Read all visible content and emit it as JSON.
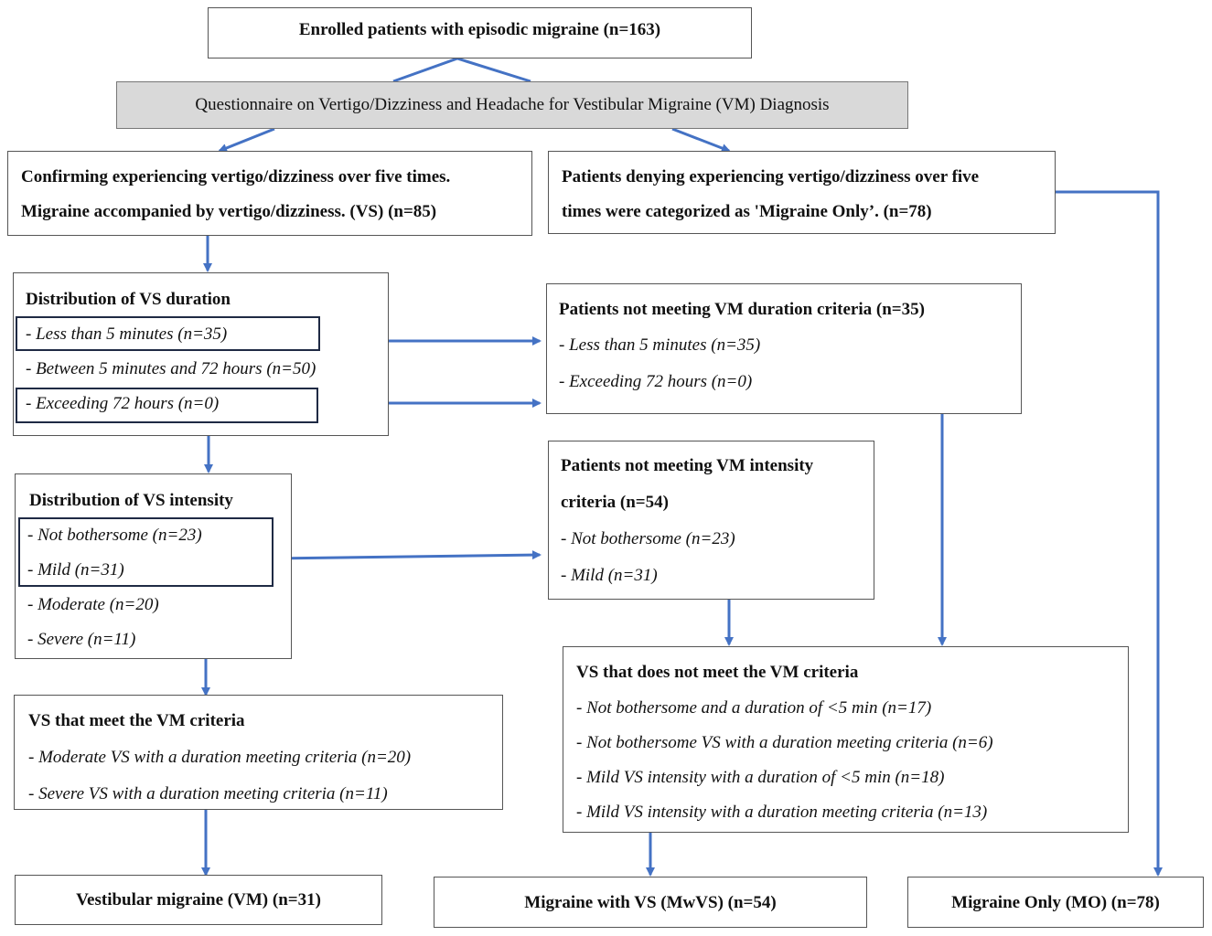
{
  "enrolled": "Enrolled patients with episodic migraine (n=163)",
  "questionnaire": "Questionnaire on Vertigo/Dizziness and Headache for Vestibular Migraine (VM) Diagnosis",
  "vs_confirm": {
    "line1": "Confirming experiencing vertigo/dizziness over five times.",
    "line2": "Migraine accompanied by vertigo/dizziness. (VS) (n=85)"
  },
  "denying": {
    "line1": "Patients denying experiencing vertigo/dizziness over five",
    "line2": "times were categorized as 'Migraine Only’. (n=78)"
  },
  "duration_dist": {
    "title": "Distribution of VS duration",
    "items": [
      "- Less than 5 minutes (n=35)",
      "- Between 5 minutes and 72 hours (n=50)",
      "- Exceeding 72 hours (n=0)"
    ]
  },
  "not_duration": {
    "title": "Patients not meeting VM duration criteria (n=35)",
    "items": [
      "- Less than 5 minutes (n=35)",
      "- Exceeding 72 hours (n=0)"
    ]
  },
  "intensity_dist": {
    "title": "Distribution of VS intensity",
    "items": [
      "- Not bothersome (n=23)",
      "- Mild (n=31)",
      "- Moderate (n=20)",
      "- Severe (n=11)"
    ]
  },
  "not_intensity": {
    "title1": "Patients not meeting VM intensity",
    "title2": "criteria (n=54)",
    "items": [
      "- Not bothersome (n=23)",
      "- Mild (n=31)"
    ]
  },
  "meet": {
    "title": "VS that meet the VM criteria",
    "items": [
      "- Moderate VS with a duration meeting criteria (n=20)",
      "- Severe VS with a duration meeting criteria (n=11)"
    ]
  },
  "not_meet": {
    "title": "VS that does not meet the VM criteria",
    "items": [
      "- Not bothersome and a duration of <5 min (n=17)",
      "- Not bothersome VS with a duration meeting criteria (n=6)",
      "- Mild VS intensity with a duration of <5 min (n=18)",
      "- Mild VS intensity with a duration meeting criteria (n=13)"
    ]
  },
  "outcomes": {
    "vm": "Vestibular migraine (VM) (n=31)",
    "mwvs": "Migraine with VS (MwVS) (n=54)",
    "mo": "Migraine Only (MO) (n=78)"
  },
  "colors": {
    "arrow": "#4472c4",
    "highlight": "#1f2a44",
    "grey_box": "#d9d9d9"
  }
}
